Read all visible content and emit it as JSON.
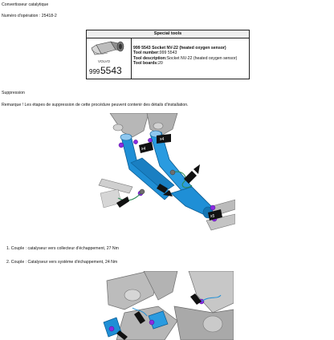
{
  "doc": {
    "title": "Convertisseur catalytique",
    "operation": "Numéro d'opération : 25418-2"
  },
  "tools": {
    "header": "Special tools",
    "brand": "VOLVO",
    "part_number_prefix": "999",
    "part_number_suffix": "5543",
    "name_line": "999 5543 Socket NV-22 (heated oxygen sensor)",
    "number_label": "Tool number:",
    "number_value": "999 5543",
    "description_label": "Tool description:",
    "description_value": "Socket NV-22 (heated oxygen sensor)",
    "boards_label": "Tool boards:",
    "boards_value": "20"
  },
  "section": {
    "heading": "Suppression",
    "remark": "Remarque ! Les étapes de suppression de cette procédure peuvent contenir des détails d'installation."
  },
  "figure1": {
    "callouts": [
      "x4",
      "x4",
      "x5"
    ]
  },
  "steps": [
    "1. Couple : catalyseur vers collecteur d'échappement, 27 Nm",
    "2. Couple : Catalyseur vers système d'échappement, 24 Nm"
  ],
  "colors": {
    "catalyst_blue": "#1f8fd6",
    "highlight_purple": "#8a2be2",
    "arrow_black": "#111111"
  }
}
